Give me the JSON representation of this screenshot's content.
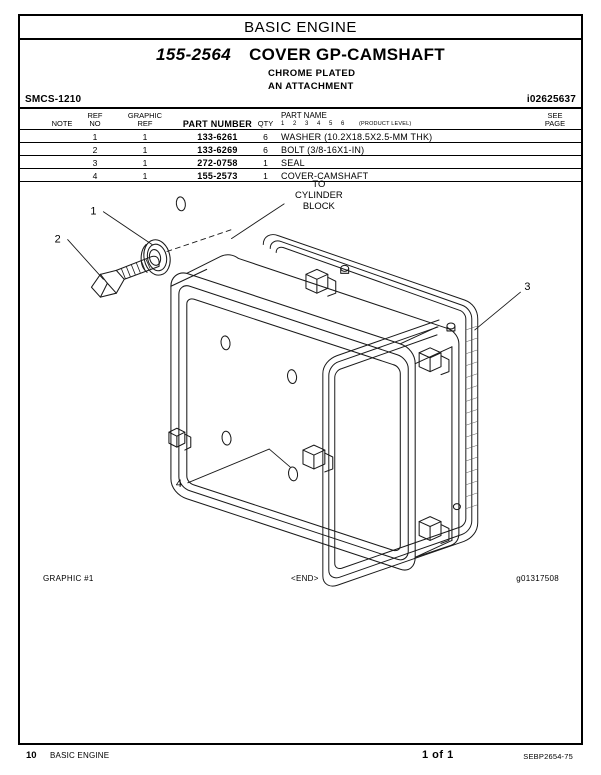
{
  "header": {
    "section_title": "BASIC  ENGINE"
  },
  "assembly": {
    "part_number": "155-2564",
    "name": "COVER GP-CAMSHAFT",
    "subtitle_1": "CHROME PLATED",
    "subtitle_2": "AN ATTACHMENT",
    "smcs": "SMCS-1210",
    "doc_id": "i02625637"
  },
  "table": {
    "headers": {
      "note": "NOTE",
      "ref_no_line1": "REF",
      "ref_no_line2": "NO",
      "graphic_ref_line1": "GRAPHIC",
      "graphic_ref_line2": "REF",
      "part_number": "PART NUMBER",
      "qty": "QTY",
      "part_name": "PART NAME",
      "product_levels": [
        "1",
        "2",
        "3",
        "4",
        "5",
        "6"
      ],
      "product_level_label": "(PRODUCT LEVEL)",
      "see_page_line1": "SEE",
      "see_page_line2": "PAGE"
    },
    "rows": [
      {
        "note": "",
        "ref_no": "1",
        "graphic_ref": "1",
        "part_number": "133-6261",
        "qty": "6",
        "part_name": "WASHER  (10.2X18.5X2.5-MM THK)",
        "see_page": ""
      },
      {
        "note": "",
        "ref_no": "2",
        "graphic_ref": "1",
        "part_number": "133-6269",
        "qty": "6",
        "part_name": "BOLT  (3/8-16X1-IN)",
        "see_page": ""
      },
      {
        "note": "",
        "ref_no": "3",
        "graphic_ref": "1",
        "part_number": "272-0758",
        "qty": "1",
        "part_name": "SEAL",
        "see_page": ""
      },
      {
        "note": "",
        "ref_no": "4",
        "graphic_ref": "1",
        "part_number": "155-2573",
        "qty": "1",
        "part_name": "COVER-CAMSHAFT",
        "see_page": ""
      }
    ]
  },
  "illustration": {
    "annotation_to_cylinder_block": [
      "TO",
      "CYLINDER",
      "BLOCK"
    ],
    "callouts": [
      {
        "label": "1",
        "part": "washer"
      },
      {
        "label": "2",
        "part": "bolt"
      },
      {
        "label": "3",
        "part": "seal"
      },
      {
        "label": "4",
        "part": "cover-camshaft"
      }
    ],
    "caption_left": "GRAPHIC #1",
    "caption_center": "<END>",
    "caption_right": "g01317508"
  },
  "footer": {
    "page_number": "10",
    "section": "BASIC ENGINE",
    "page_of": "1 of 1",
    "form_number": "SEBP2654-75"
  }
}
